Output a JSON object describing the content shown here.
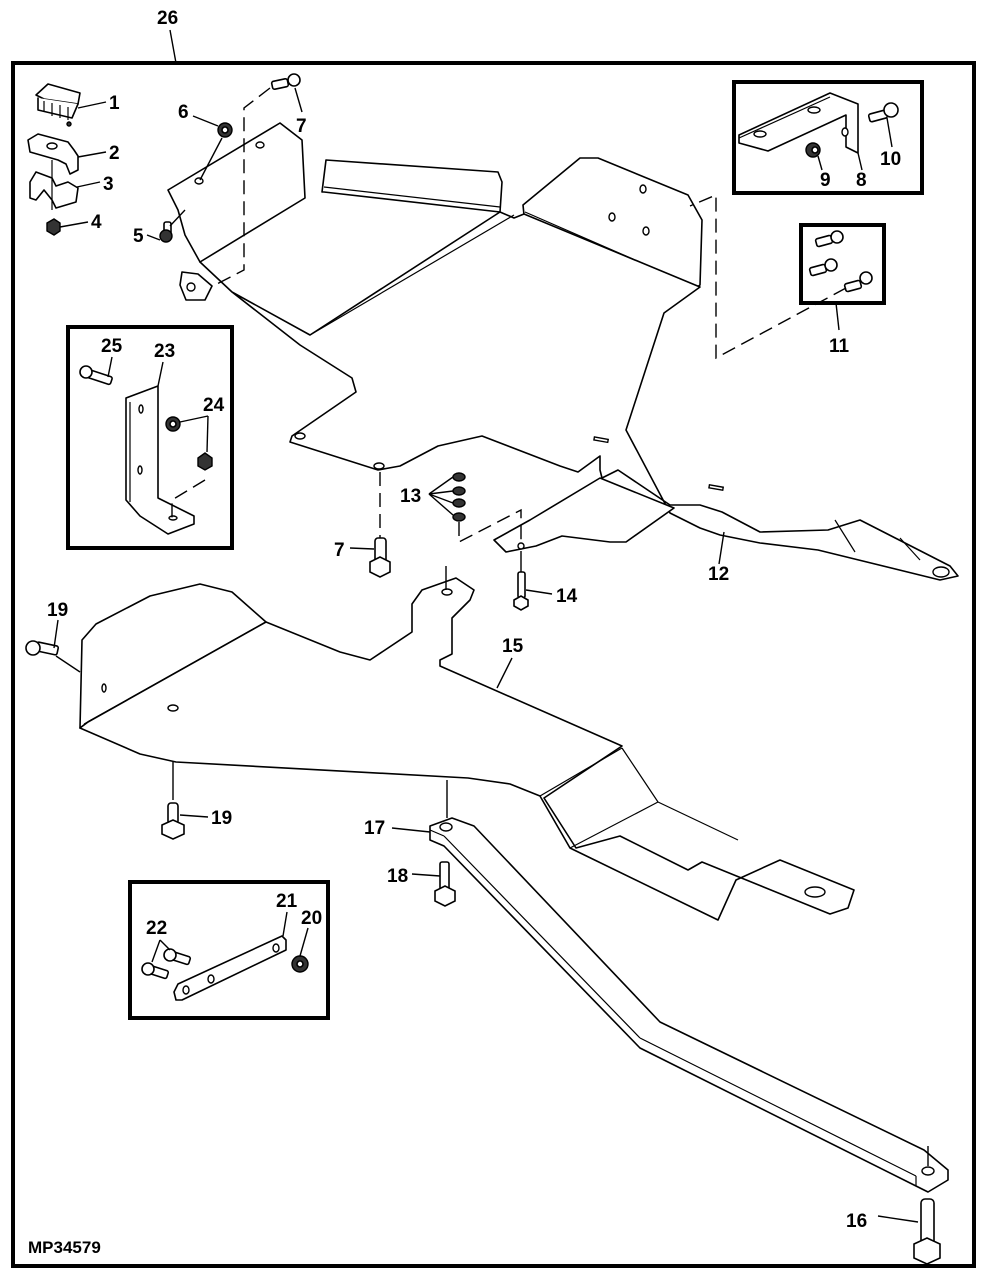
{
  "figure": {
    "id": "MP34579",
    "type": "exploded parts diagram",
    "colors": {
      "line": "#000000",
      "background": "#ffffff"
    }
  },
  "callouts": {
    "c1": "1",
    "c2": "2",
    "c3": "3",
    "c4": "4",
    "c5": "5",
    "c6": "6",
    "c7a": "7",
    "c7b": "7",
    "c8": "8",
    "c9": "9",
    "c10": "10",
    "c11": "11",
    "c12": "12",
    "c13": "13",
    "c14": "14",
    "c15": "15",
    "c16": "16",
    "c17": "17",
    "c18": "18",
    "c19a": "19",
    "c19b": "19",
    "c20": "20",
    "c21": "21",
    "c22": "22",
    "c23": "23",
    "c24": "24",
    "c25": "25",
    "c26": "26"
  }
}
